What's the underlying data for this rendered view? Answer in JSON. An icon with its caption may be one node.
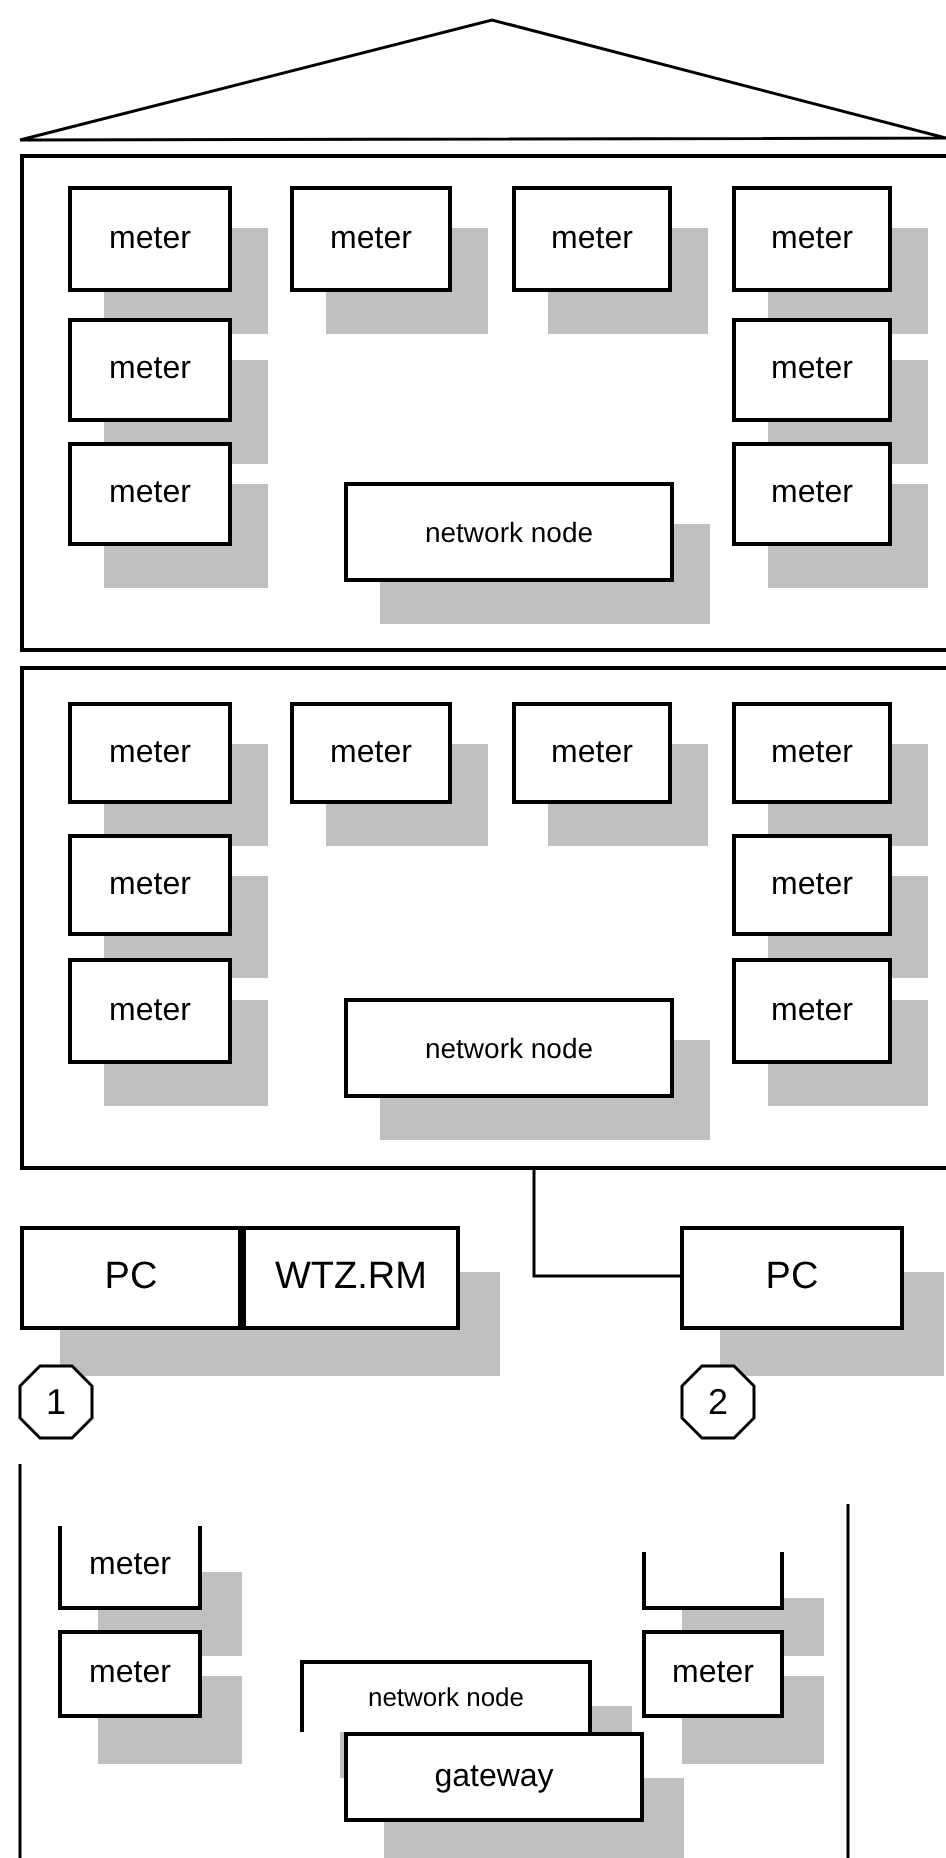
{
  "diagram": {
    "nodes": [
      {
        "text": [],
        "shape": "box"
      },
      {
        "text": [
          "meter"
        ],
        "in": 0
      },
      {
        "text": [
          "meter"
        ],
        "in": 0
      },
      {
        "text": [
          "meter"
        ],
        "in": 0
      },
      {
        "text": [
          "meter"
        ],
        "in": 0
      },
      {
        "text": [
          "meter"
        ],
        "in": 0
      },
      {
        "text": [
          "meter"
        ],
        "in": 0
      },
      {
        "text": [
          "meter"
        ],
        "in": 0
      },
      {
        "text": [
          "network node"
        ],
        "in": 0
      },
      {
        "text": [
          "meter"
        ],
        "in": 0
      },
      {
        "text": [],
        "shape": "box"
      },
      {
        "text": [
          "meter"
        ],
        "in": 10
      },
      {
        "text": [
          "meter"
        ],
        "in": 10
      },
      {
        "text": [
          "meter"
        ],
        "in": 10
      },
      {
        "text": [
          "meter"
        ],
        "in": 10
      },
      {
        "text": [
          "meter"
        ],
        "in": 10
      },
      {
        "text": [
          "meter"
        ],
        "in": 10
      },
      {
        "text": [
          "meter"
        ],
        "in": 10
      },
      {
        "text": [
          "network node"
        ],
        "in": 10
      },
      {
        "text": [
          "meter"
        ],
        "in": 10
      },
      {
        "text": [
          "PC"
        ]
      },
      {
        "text": [
          "WTZ.RM"
        ]
      },
      {
        "text": [
          "PC"
        ]
      },
      {
        "text": [
          "1"
        ]
      },
      {
        "text": [
          "2"
        ]
      },
      {
        "text": [
          "meter"
        ]
      },
      {
        "text": [],
        "shape": "box"
      },
      {
        "text": [
          "meter"
        ]
      },
      {
        "text": [
          "network node"
        ]
      },
      {
        "text": [
          "meter"
        ]
      },
      {
        "text": [
          "gateway"
        ]
      }
    ],
    "edges": [
      {
        "from": 18,
        "to": 22,
        "arrow": "none"
      }
    ]
  }
}
